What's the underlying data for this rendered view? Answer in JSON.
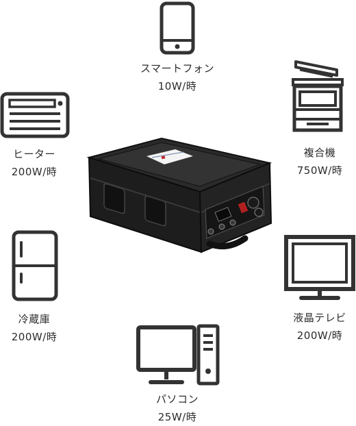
{
  "devices": [
    {
      "id": "smartphone",
      "name": "スマートフォン",
      "power": "10W/時"
    },
    {
      "id": "multifunction-printer",
      "name": "複合機",
      "power": "750W/時"
    },
    {
      "id": "heater",
      "name": "ヒーター",
      "power": "200W/時"
    },
    {
      "id": "refrigerator",
      "name": "冷蔵庫",
      "power": "200W/時"
    },
    {
      "id": "lcd-tv",
      "name": "液晶テレビ",
      "power": "200W/時"
    },
    {
      "id": "pc",
      "name": "パソコン",
      "power": "25W/時"
    }
  ],
  "product": {
    "name": "portable-power-station",
    "icon": "power-station-case-image"
  },
  "colors": {
    "icon_stroke": "#333333",
    "text": "#2b2b2b",
    "case_body": "#1d1d1d"
  }
}
